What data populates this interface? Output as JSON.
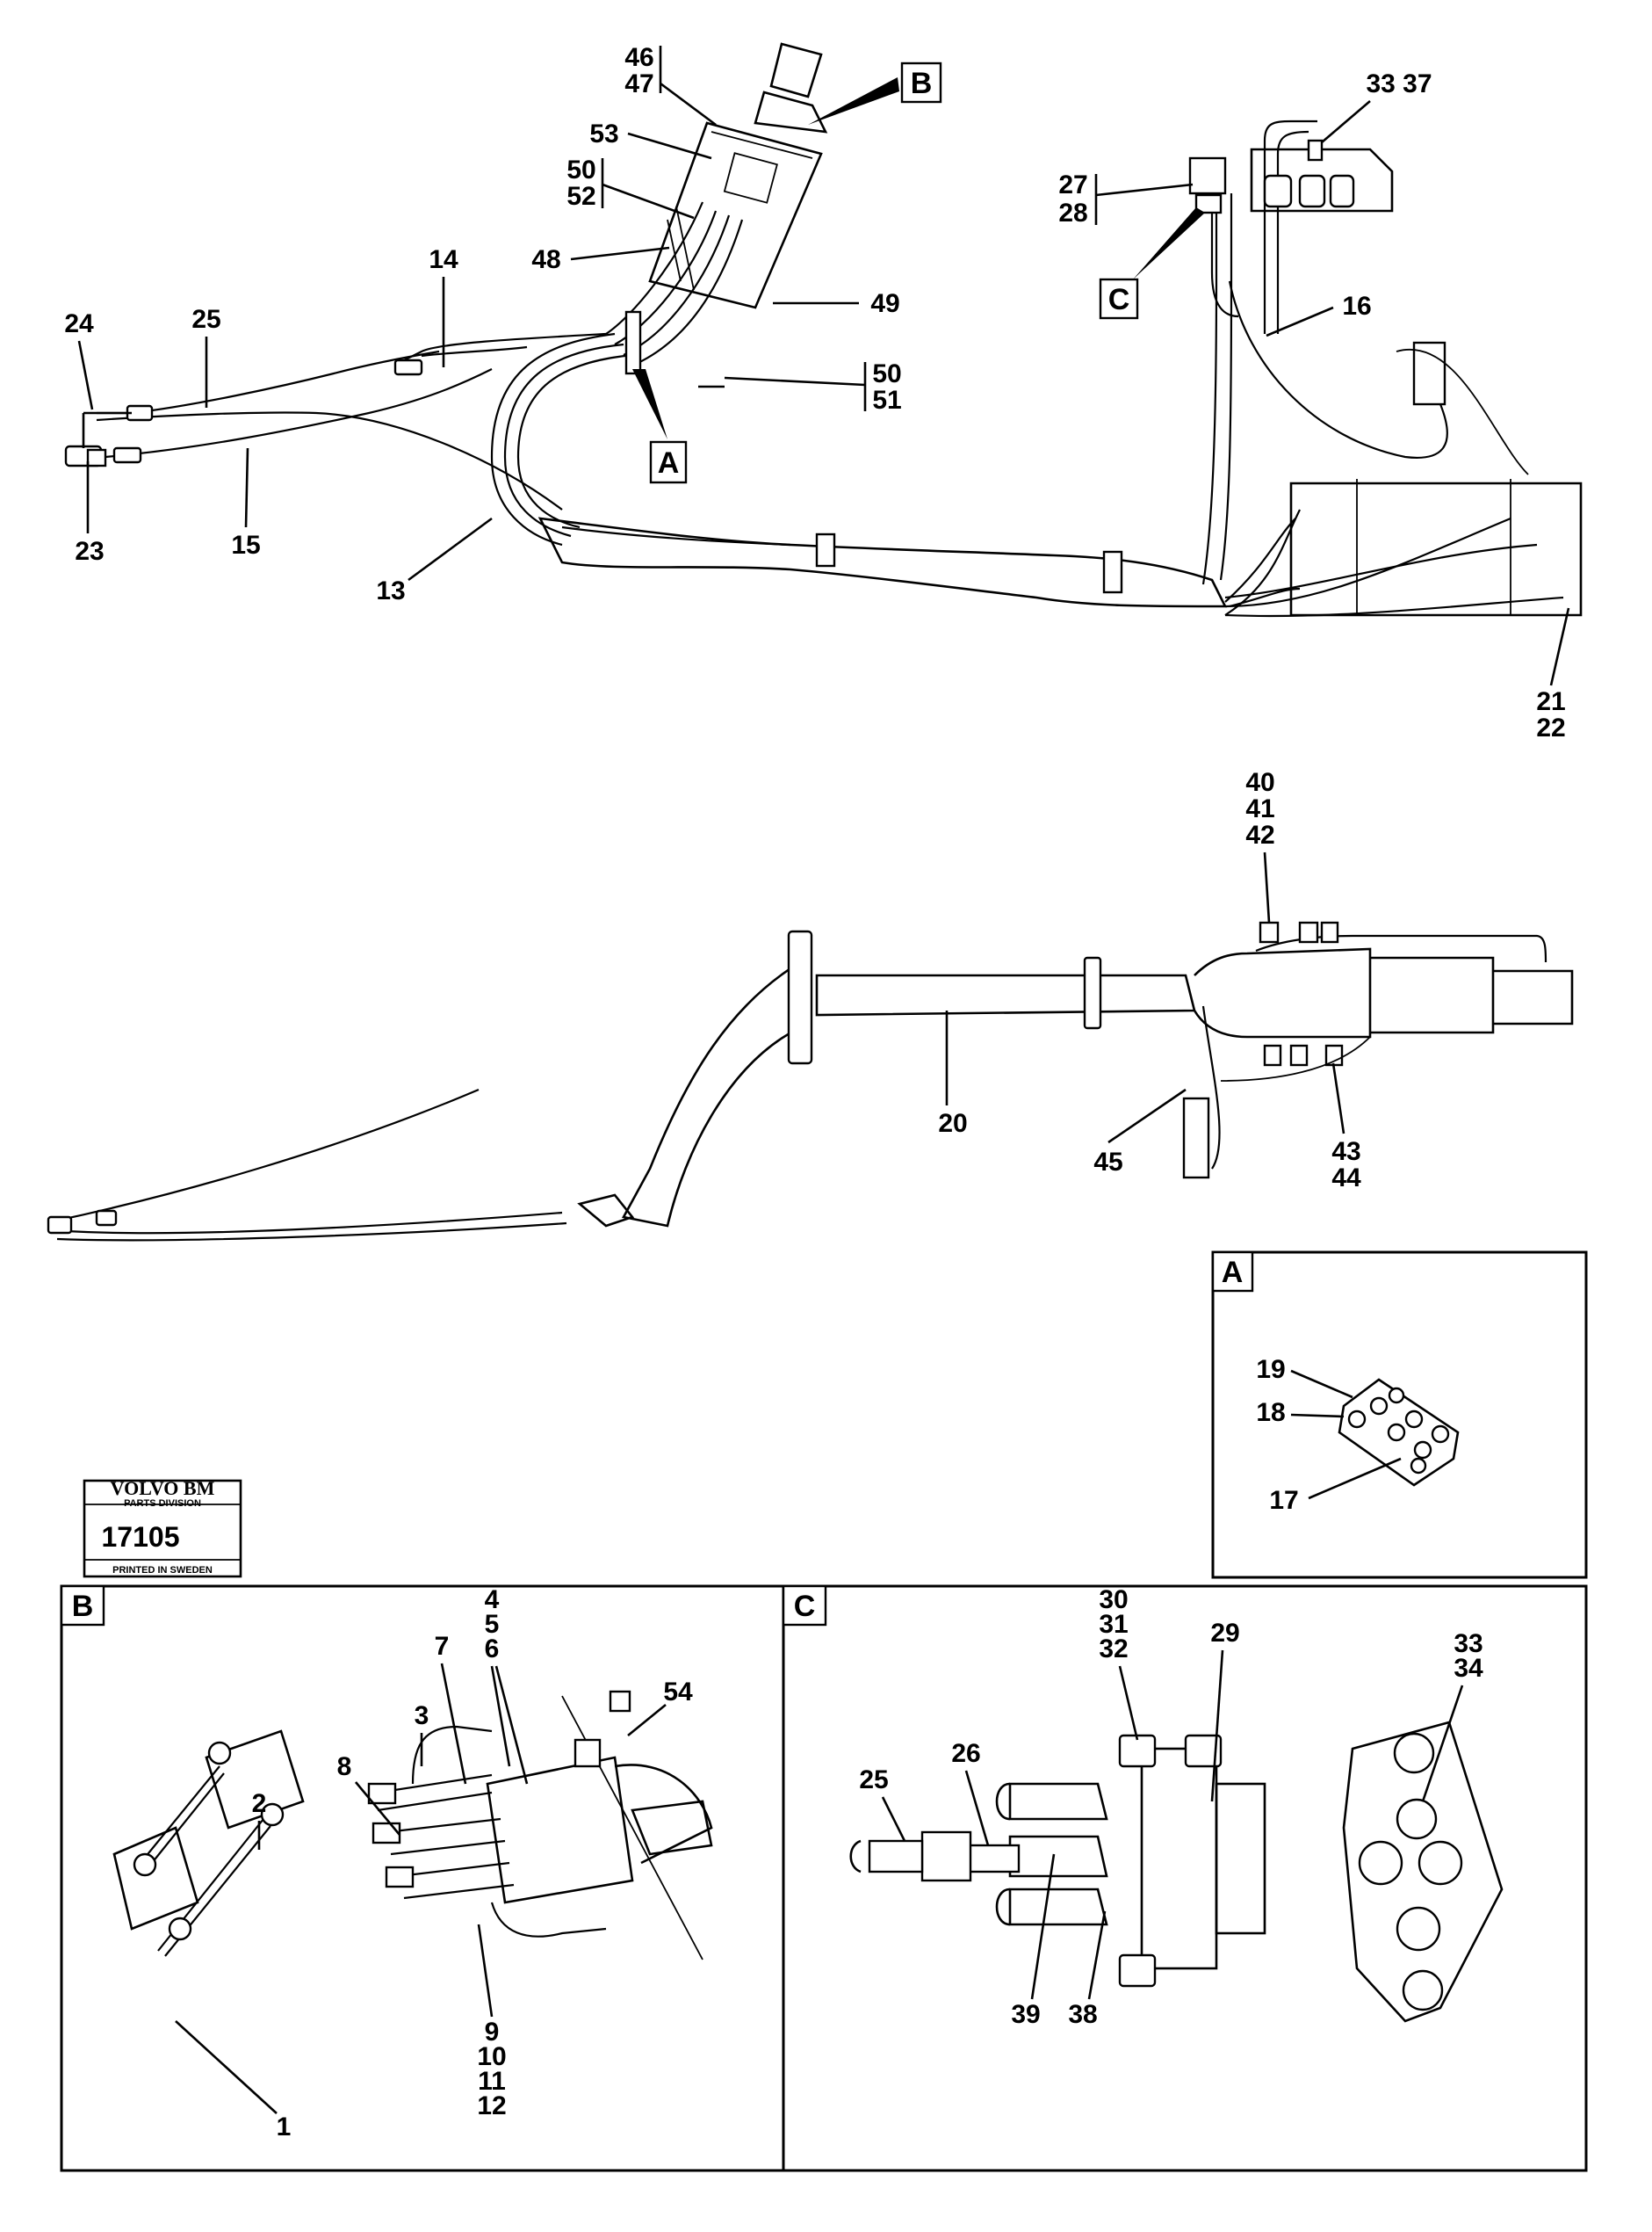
{
  "callouts": {
    "A": "A",
    "B": "B",
    "C": "C"
  },
  "detail_panels": {
    "A": "A",
    "B": "B",
    "C": "C"
  },
  "labels": {
    "main": [
      "46",
      "47",
      "53",
      "50",
      "52",
      "48",
      "14",
      "24",
      "25",
      "23",
      "15",
      "13",
      "49",
      "50",
      "51",
      "33 37",
      "27",
      "28",
      "16",
      "21",
      "22"
    ],
    "mid": [
      "40",
      "41",
      "42",
      "20",
      "45",
      "43",
      "44"
    ],
    "panelA": [
      "19",
      "18",
      "17"
    ],
    "panelB": [
      "4",
      "5",
      "6",
      "7",
      "3",
      "8",
      "54",
      "2",
      "9",
      "10",
      "11",
      "12",
      "1"
    ],
    "panelC": [
      "30",
      "31",
      "32",
      "29",
      "26",
      "25",
      "33",
      "34",
      "39",
      "38"
    ]
  },
  "stamp": {
    "brand": "VOLVO BM",
    "division": "PARTS DIVISION",
    "number": "17105",
    "origin": "PRINTED IN SWEDEN"
  }
}
